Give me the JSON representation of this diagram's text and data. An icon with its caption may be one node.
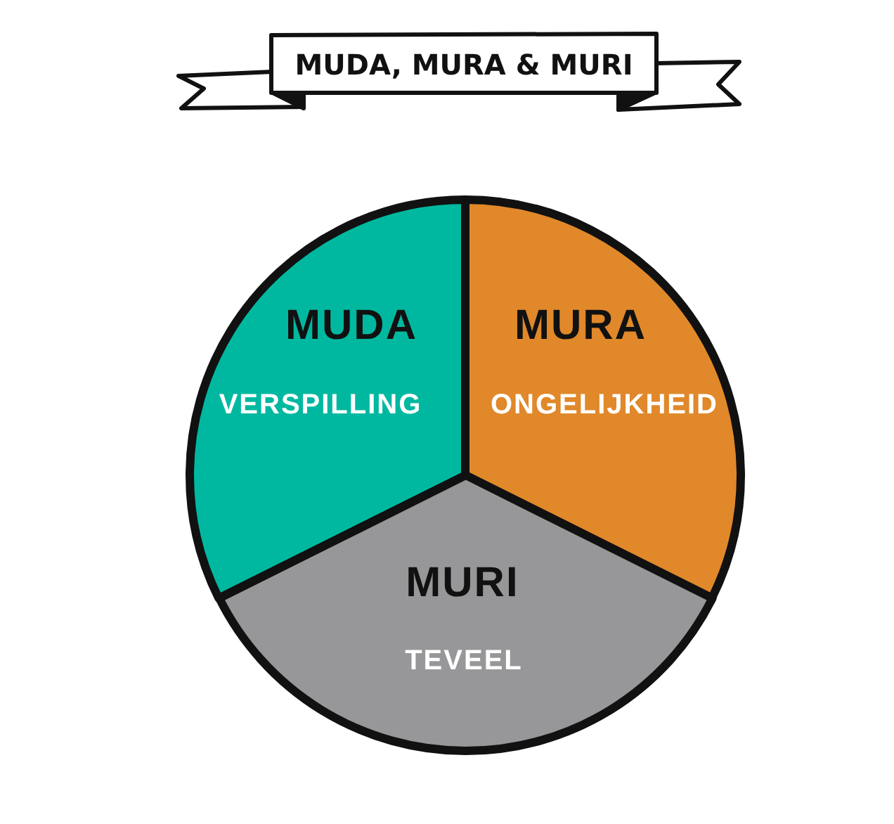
{
  "diagram": {
    "title": "MUDA, MURA & MURI",
    "nodes": [
      {
        "text": [
          "MUDA",
          "VERSPILLING"
        ]
      },
      {
        "text": [
          "MURA",
          "ONGELIJKHEID"
        ]
      },
      {
        "text": [
          "MURI",
          "TEVEEL"
        ]
      }
    ]
  }
}
